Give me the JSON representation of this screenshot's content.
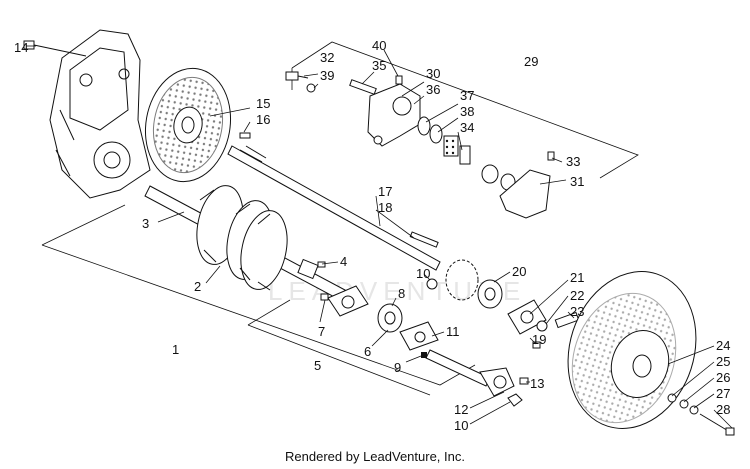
{
  "diagram": {
    "callouts": [
      "14",
      "15",
      "16",
      "3",
      "2",
      "1",
      "17",
      "18",
      "4",
      "7",
      "8",
      "6",
      "5",
      "11",
      "9",
      "10",
      "12",
      "13",
      "32",
      "39",
      "40",
      "35",
      "30",
      "36",
      "37",
      "38",
      "34",
      "29",
      "33",
      "31",
      "21",
      "22",
      "23",
      "20",
      "19",
      "24",
      "25",
      "26",
      "27",
      "28"
    ],
    "credit": "Rendered by LeadVenture, Inc.",
    "watermark": "LEADVENTURE",
    "colors": {
      "line": "#111111",
      "background": "#ffffff",
      "watermark": "#e6e6e6"
    }
  }
}
